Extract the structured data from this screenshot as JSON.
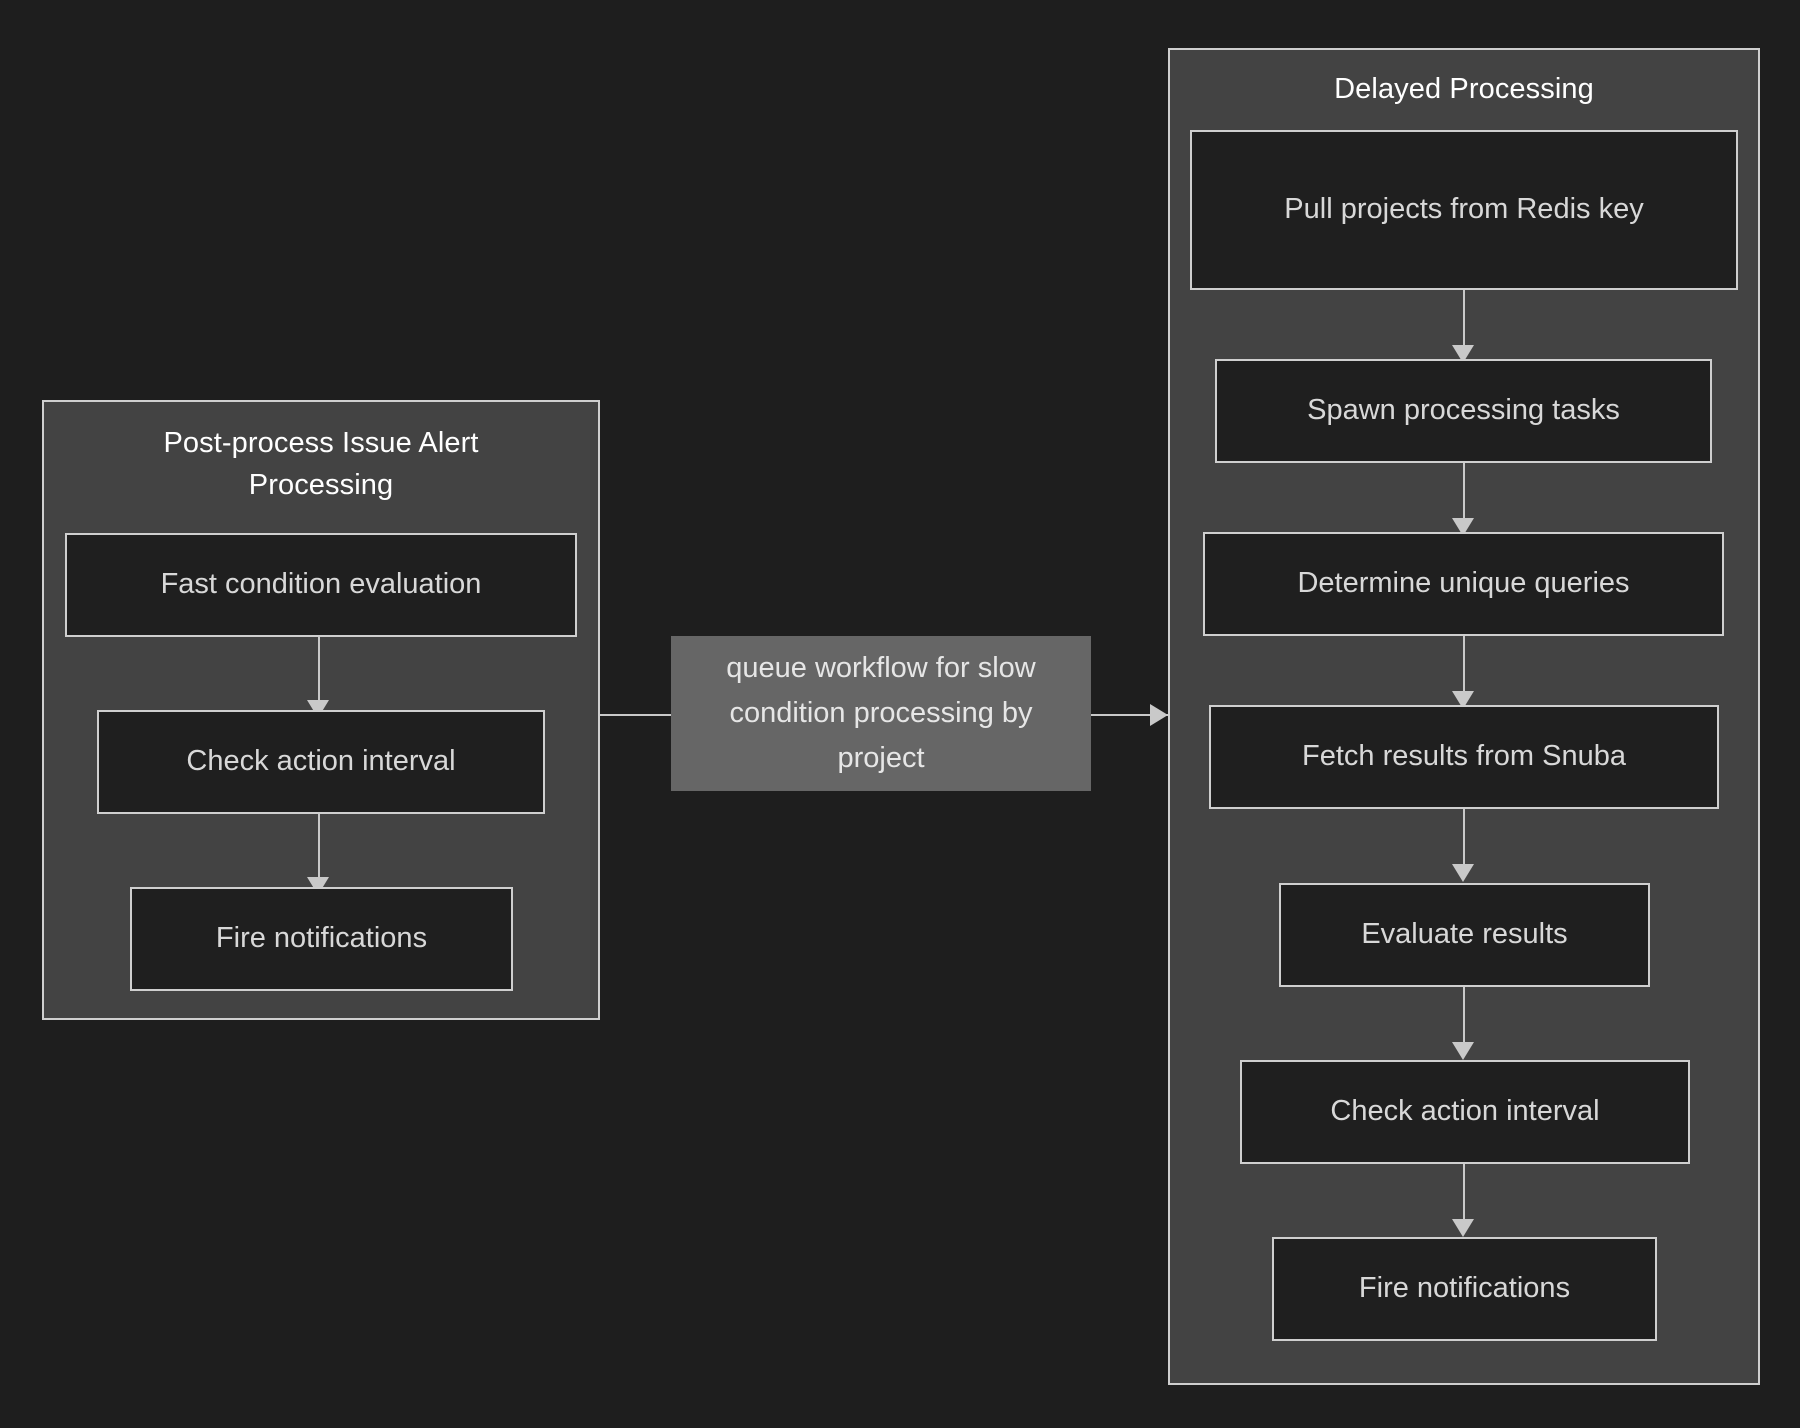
{
  "diagram": {
    "type": "flowchart",
    "direction": "left-to-right",
    "background_color": "#1e1e1e",
    "subgraph_fill": "#434343",
    "node_fill": "#1f1f1f",
    "border_color": "#cfcfcf",
    "edge_color": "#c9c9c9",
    "edge_label_fill": "#666666",
    "title_text_color": "#ffffff",
    "node_text_color": "#d8d8d8"
  },
  "left_subgraph": {
    "title": "Post-process Issue Alert Processing",
    "nodes": [
      {
        "id": "fast-condition-evaluation",
        "label": "Fast condition evaluation"
      },
      {
        "id": "check-action-interval",
        "label": "Check action interval"
      },
      {
        "id": "fire-notifications",
        "label": "Fire notifications"
      }
    ]
  },
  "right_subgraph": {
    "title": "Delayed Processing",
    "nodes": [
      {
        "id": "pull-projects-from-redis-key",
        "label": "Pull projects from Redis key"
      },
      {
        "id": "spawn-processing-tasks",
        "label": "Spawn processing tasks"
      },
      {
        "id": "determine-unique-queries",
        "label": "Determine unique queries"
      },
      {
        "id": "fetch-results-from-snuba",
        "label": "Fetch results from Snuba"
      },
      {
        "id": "evaluate-results",
        "label": "Evaluate results"
      },
      {
        "id": "check-action-interval",
        "label": "Check action interval"
      },
      {
        "id": "fire-notifications",
        "label": "Fire notifications"
      }
    ]
  },
  "connector_label": {
    "text": "queue workflow for slow condition processing by project"
  }
}
